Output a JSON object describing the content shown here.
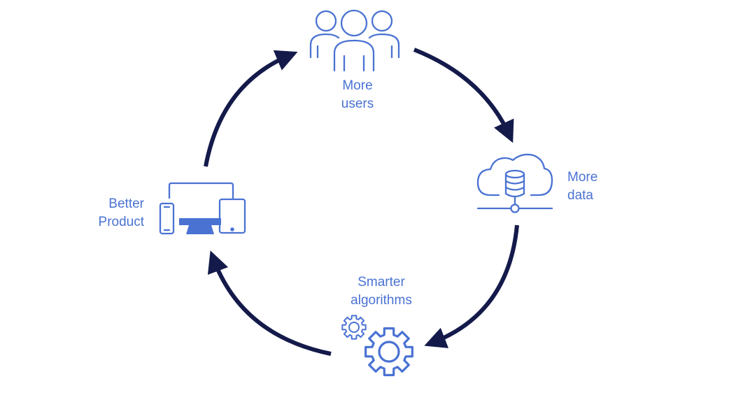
{
  "diagram": {
    "type": "cycle",
    "colors": {
      "icon": "#4a72d3",
      "arrow": "#141a4a",
      "background": "#ffffff"
    },
    "nodes": [
      {
        "id": "users",
        "icon": "users-group-icon",
        "label_lines": [
          "More",
          "users"
        ]
      },
      {
        "id": "data",
        "icon": "cloud-database-icon",
        "label_lines": [
          "More",
          "data"
        ]
      },
      {
        "id": "algorithms",
        "icon": "gears-icon",
        "label_lines": [
          "Smarter",
          "algorithms"
        ]
      },
      {
        "id": "product",
        "icon": "devices-icon",
        "label_lines": [
          "Better",
          "Product"
        ]
      }
    ],
    "edges": [
      {
        "from": "users",
        "to": "data"
      },
      {
        "from": "data",
        "to": "algorithms"
      },
      {
        "from": "algorithms",
        "to": "product"
      },
      {
        "from": "product",
        "to": "users"
      }
    ]
  }
}
